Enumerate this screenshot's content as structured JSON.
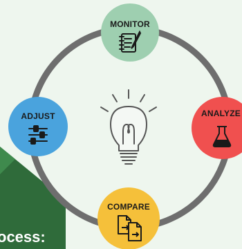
{
  "nodes": {
    "monitor": {
      "label": "MONITOR",
      "color": "#9ecfb0",
      "icon": "notepad-pen-icon"
    },
    "analyze": {
      "label": "ANALYZE",
      "color": "#f0504f",
      "icon": "flask-icon"
    },
    "compare": {
      "label": "COMPARE",
      "color": "#f5c03a",
      "icon": "documents-compare-icon"
    },
    "adjust": {
      "label": "ADJUST",
      "color": "#4aa3dd",
      "icon": "sliders-icon"
    }
  },
  "center": {
    "icon": "lightbulb-icon"
  },
  "corner_banner": {
    "text": "ocess:",
    "color": "#2f6b3a"
  },
  "ring_color": "#6e6e6e",
  "background": "#eef6ee"
}
